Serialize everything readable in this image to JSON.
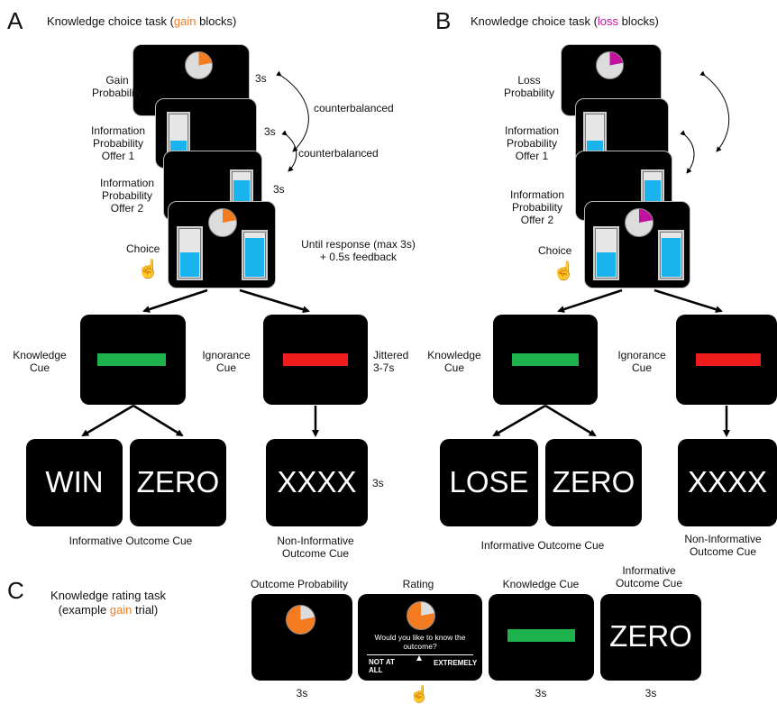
{
  "panels": {
    "A": {
      "letter": "A",
      "title_pre": "Knowledge choice task (",
      "title_word": "gain",
      "title_post": " blocks)",
      "prob_label": "Gain\nProbability",
      "info1_label": "Information\nProbability\nOffer 1",
      "info2_label": "Information\nProbability\nOffer 2",
      "choice_label": "Choice",
      "t1": "3s",
      "t2": "3s",
      "t3": "3s",
      "cb1": "counterbalanced",
      "cb2": "counterbalanced",
      "response_time": "Until response (max 3s)\n+ 0.5s feedback",
      "knowledge_cue_label": "Knowledge\nCue",
      "ignorance_cue_label": "Ignorance\nCue",
      "jitter": "Jittered\n3-7s",
      "outcome1": "WIN",
      "outcome2": "ZERO",
      "outcome3": "XXXX",
      "outcome_time": "3s",
      "informative_label": "Informative Outcome Cue",
      "noninformative_label": "Non-Informative\nOutcome Cue"
    },
    "B": {
      "letter": "B",
      "title_pre": "Knowledge choice task (",
      "title_word": "loss",
      "title_post": " blocks)",
      "prob_label": "Loss\nProbability",
      "info1_label": "Information\nProbability\nOffer 1",
      "info2_label": "Information\nProbability\nOffer 2",
      "choice_label": "Choice",
      "knowledge_cue_label": "Knowledge\nCue",
      "ignorance_cue_label": "Ignorance\nCue",
      "outcome1": "LOSE",
      "outcome2": "ZERO",
      "outcome3": "XXXX",
      "informative_label": "Informative Outcome Cue",
      "noninformative_label": "Non-Informative\nOutcome Cue"
    },
    "C": {
      "letter": "C",
      "title_line1": "Knowledge rating task",
      "title_pre": "(example ",
      "title_word": "gain",
      "title_post": " trial)",
      "col1_label": "Outcome Probability",
      "col2_label": "Rating",
      "col3_label": "Knowledge Cue",
      "col4_label": "Informative\nOutcome Cue",
      "question": "Would you like to know the\noutcome?",
      "scale_low": "NOT AT\nALL",
      "scale_high": "EXTREMELY",
      "outcome": "ZERO",
      "t1": "3s",
      "t3": "3s",
      "t4": "3s"
    }
  },
  "colors": {
    "gain": "#f47b20",
    "loss": "#c0119f",
    "knowledge_cue": "#1db24b",
    "ignorance_cue": "#ee1c1c",
    "info_fill": "#19b4ee"
  }
}
